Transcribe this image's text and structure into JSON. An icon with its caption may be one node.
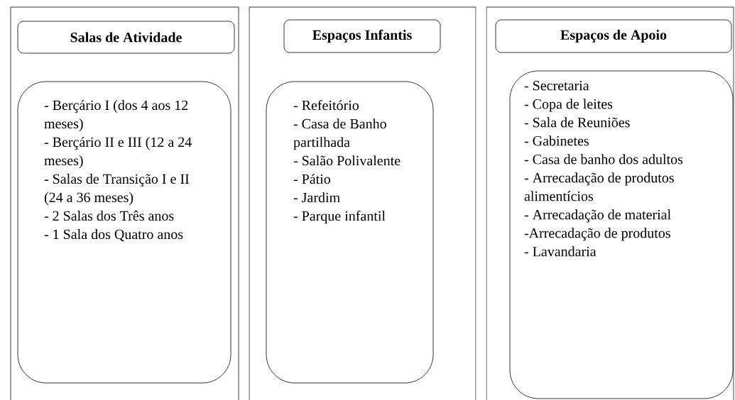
{
  "diagram": {
    "nodes": [
      {
        "text": [],
        "shape": "box"
      },
      {
        "text": [
          "Salas de Atividade"
        ],
        "in": 0
      },
      {
        "text": [
          "- Berçário I (dos 4 aos 12 meses)",
          "- Berçário II e III (12 a 24 meses)",
          "- Salas de Transição I e II (24 a 36 meses)",
          "- 2 Salas dos Três anos",
          "- 1 Sala dos Quatro anos"
        ],
        "in": 0
      },
      {
        "text": [],
        "shape": "box"
      },
      {
        "text": [
          "Espaços Infantis"
        ],
        "in": 3
      },
      {
        "text": [
          "- Refeitório",
          "- Casa de Banho partilhada",
          "- Salão Polivalente",
          "- Pátio",
          "- Jardim",
          "- Parque infantil"
        ],
        "in": 3
      },
      {
        "text": [],
        "shape": "box"
      },
      {
        "text": [
          "Espaços de Apoio"
        ],
        "in": 6
      },
      {
        "text": [
          "- Secretaria",
          "- Copa de leites",
          "- Sala de Reuniões",
          "- Gabinetes",
          "- Casa de banho dos adultos",
          "- Arrecadação de produtos alimentícios",
          "- Arrecadação de material",
          "-Arrecadação de produtos",
          "- Lavandaria"
        ],
        "in": 6
      }
    ]
  }
}
